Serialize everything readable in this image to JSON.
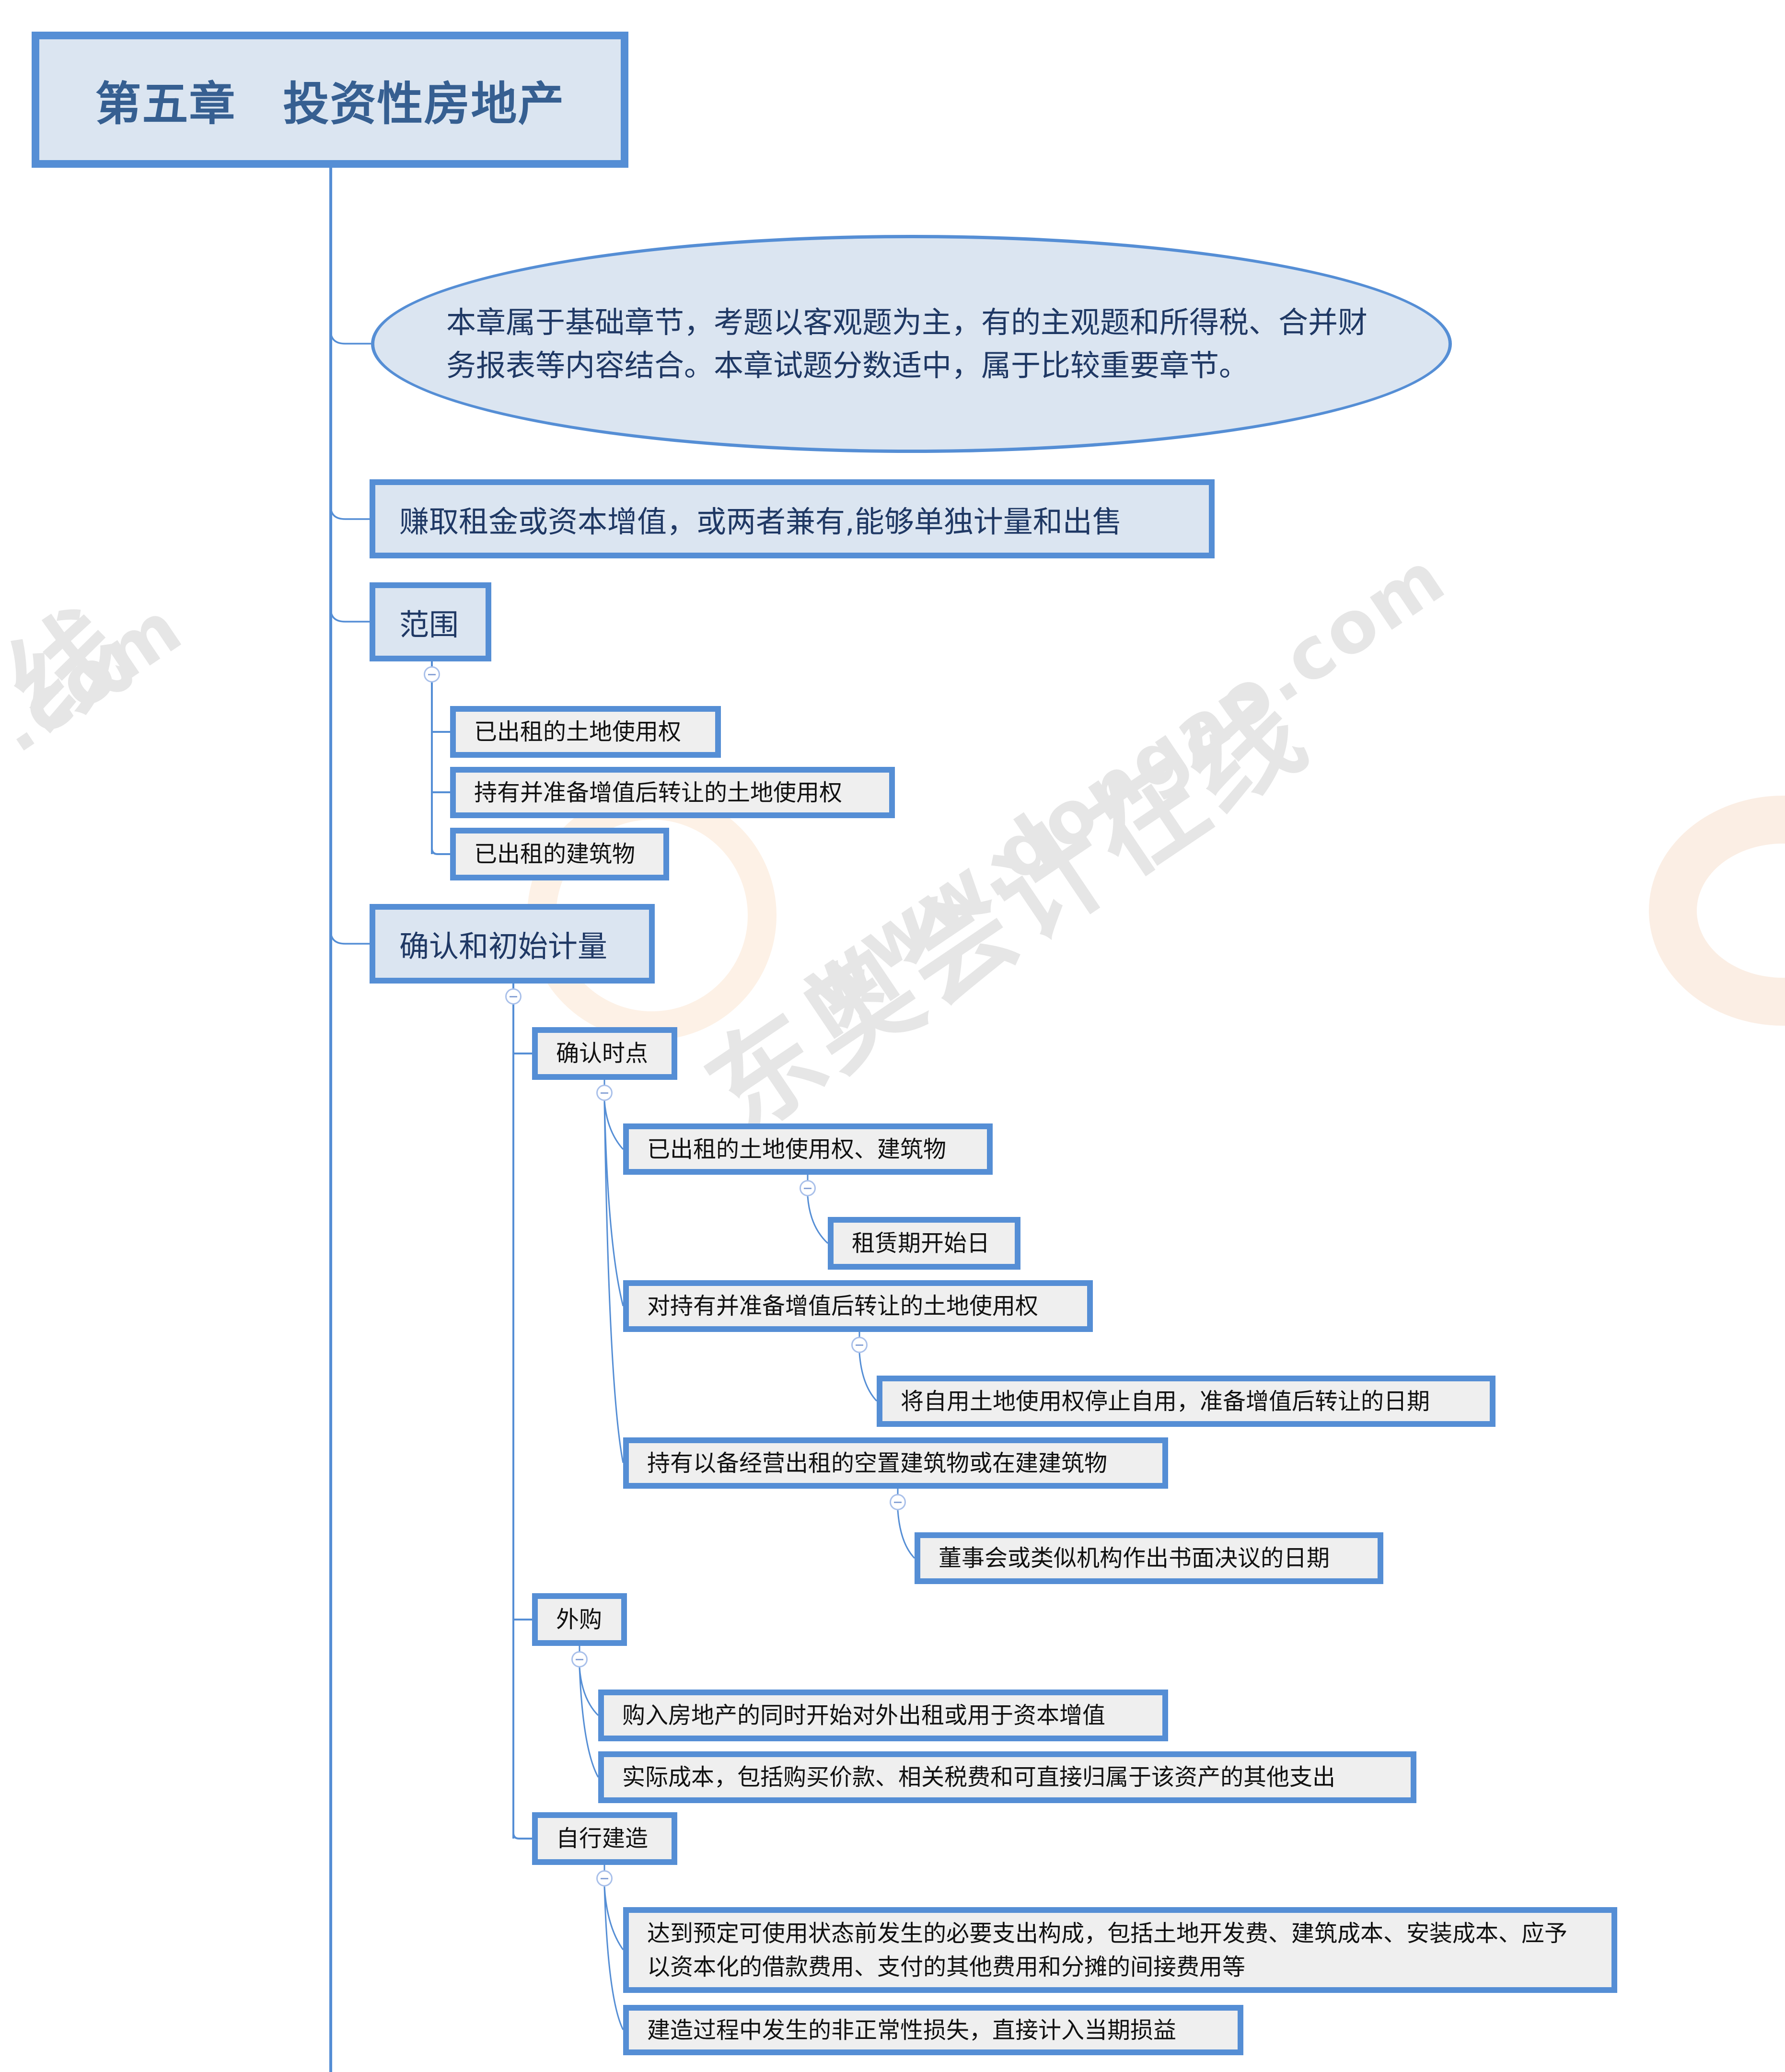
{
  "root": {
    "title": "第五章　投资性房地产"
  },
  "summary": "本章属于基础章节，考题以客观题为主，有的主观题和所得税、合并财务报表等内容结合。本章试题分数适中，属于比较重要章节。",
  "definition": "赚取租金或资本增值，或两者兼有,能够单独计量和出售",
  "scope": {
    "label": "范围",
    "items": [
      "已出租的土地使用权",
      "持有并准备增值后转让的土地使用权",
      "已出租的建筑物"
    ]
  },
  "recognition": {
    "label": "确认和初始计量",
    "timing": {
      "label": "确认时点",
      "items": [
        {
          "label": "已出租的土地使用权、建筑物",
          "child": "租赁期开始日"
        },
        {
          "label": "对持有并准备增值后转让的土地使用权",
          "child": "将自用土地使用权停止自用，准备增值后转让的日期"
        },
        {
          "label": "持有以备经营出租的空置建筑物或在建建筑物",
          "child": "董事会或类似机构作出书面决议的日期"
        }
      ]
    },
    "purchase": {
      "label": "外购",
      "items": [
        "购入房地产的同时开始对外出租或用于资本增值",
        "实际成本，包括购买价款、相关税费和可直接归属于该资产的其他支出"
      ]
    },
    "selfbuilt": {
      "label": "自行建造",
      "items": [
        "达到预定可使用状态前发生的必要支出构成，包括土地开发费、建筑成本、安装成本、应予以资本化的借款费用、支付的其他费用和分摊的间接费用等",
        "建造过程中发生的非正常性损失，直接计入当期损益"
      ]
    }
  },
  "watermark": {
    "brand": "东奥会计在线",
    "url": "www.dongao.com",
    "edge_brand": "线",
    "edge_url": ".com"
  },
  "colors": {
    "border": "#558ed5",
    "level1_fill": "#dbe5f1",
    "leaf_fill": "#efefef",
    "root_text": "#365f91"
  }
}
